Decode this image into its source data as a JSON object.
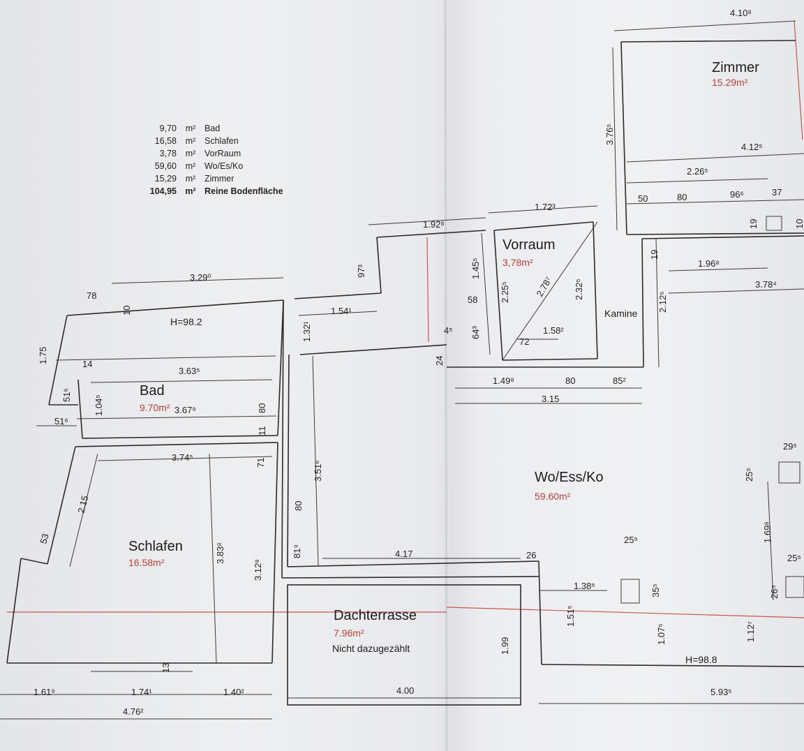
{
  "legend": [
    {
      "value": "9,70",
      "unit": "m²",
      "label": "Bad"
    },
    {
      "value": "16,58",
      "unit": "m²",
      "label": "Schlafen"
    },
    {
      "value": "3,78",
      "unit": "m²",
      "label": "VorRaum"
    },
    {
      "value": "59,60",
      "unit": "m²",
      "label": "Wo/Es/Ko"
    },
    {
      "value": "15,29",
      "unit": "m²",
      "label": "Zimmer"
    },
    {
      "value": "104,95",
      "unit": "m²",
      "label": "Reine Bodenfläche"
    }
  ],
  "rooms": {
    "zimmer": {
      "name": "Zimmer",
      "area": "15.29m²"
    },
    "vorraum": {
      "name": "Vorraum",
      "area": "3,78m²"
    },
    "bad": {
      "name": "Bad",
      "area": "9.70m²"
    },
    "schlafen": {
      "name": "Schlafen",
      "area": "16.58m²"
    },
    "wohnen": {
      "name": "Wo/Ess/Ko",
      "area": "59.60m²"
    },
    "dachterrasse": {
      "name": "Dachterrasse",
      "area": "7.96m²",
      "note": "Nicht dazugezählt"
    },
    "kamine": {
      "name": "Kamine"
    }
  },
  "heights": {
    "left": "H=98.2",
    "right": "H=98.8"
  },
  "dims": {
    "d_410": "4.10⁸",
    "d_376": "3.76⁵",
    "d_412": "4.12⁵",
    "d_226": "2.26⁵",
    "d_50": "50",
    "d_80a": "80",
    "d_96": "96⁶",
    "d_37": "37",
    "d_19a": "19",
    "d_10": "10",
    "d_172": "1.72³",
    "d_192": "1.92⁸",
    "d_97": "97³",
    "d_329": "3.29⁰",
    "d_78": "78",
    "d_10b": "10",
    "d_154": "1.54¹",
    "d_132": "1.32¹",
    "d_145": "1.45⁵",
    "d_58": "58",
    "d_225": "2.25⁵",
    "d_278": "2.78⁷",
    "d_232": "2.32⁵",
    "d_45": "4⁵",
    "d_64": "64³",
    "d_72": "72",
    "d_158": "1.58²",
    "d_24": "24",
    "d_19b": "19",
    "d_196": "1.96⁸",
    "d_378": "3.78⁴",
    "d_212": "2.12⁵",
    "d_149": "1.49⁸",
    "d_80b": "80",
    "d_85": "85²",
    "d_315": "3.15",
    "d_175": "1.75",
    "d_14": "14",
    "d_363": "3.63⁵",
    "d_51a": "51⁶",
    "d_51b": "51⁶",
    "d_104": "1.04⁵",
    "d_367": "3.67⁹",
    "d_80c": "80",
    "d_11": "11",
    "d_374": "3.74⁵",
    "d_71": "71",
    "d_215": "2.15",
    "d_53": "53",
    "d_383": "3.83⁸",
    "d_312": "3.12⁸",
    "d_351": "3.51⁶",
    "d_80d": "80",
    "d_81": "81⁹",
    "d_417": "4.17",
    "d_26": "26",
    "d_138": "1.38⁵",
    "d_151": "1.51⁵",
    "d_25a": "25⁵",
    "d_35": "35⁵",
    "d_107": "1.07⁵",
    "d_112": "1.12⁷",
    "d_169": "1.69⁸",
    "d_25b": "25⁵",
    "d_26b": "26⁵",
    "d_29": "29⁵",
    "d_25c": "25⁵",
    "d_13": "13",
    "d_161": "1.61⁹",
    "d_174": "1.74¹",
    "d_140": "1.40²",
    "d_476": "4.76²",
    "d_400": "4.00",
    "d_199": "1.99",
    "d_593": "5.93⁵"
  }
}
